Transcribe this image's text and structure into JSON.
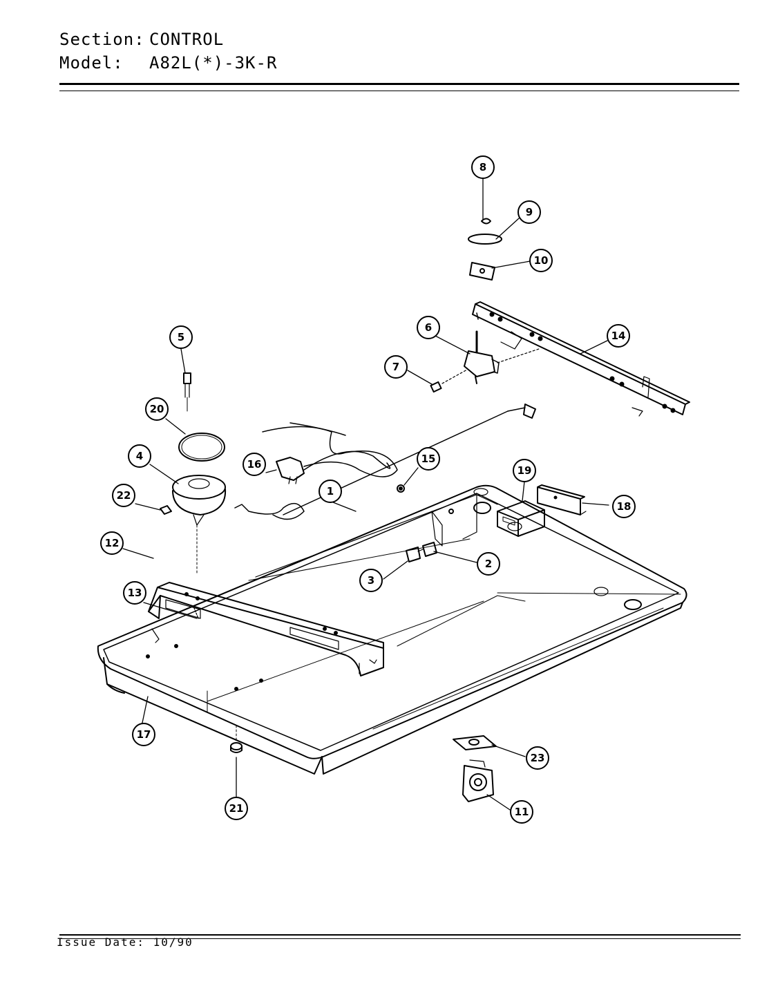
{
  "header": {
    "section_label": "Section:",
    "section_value": "CONTROL",
    "model_label": "Model:",
    "model_value": "A82L(*)-3K-R"
  },
  "footer": {
    "issue_date_label": "Issue Date:",
    "issue_date_value": "10/90"
  },
  "callouts": [
    {
      "id": "1",
      "label": "1"
    },
    {
      "id": "2",
      "label": "2"
    },
    {
      "id": "3",
      "label": "3"
    },
    {
      "id": "4",
      "label": "4"
    },
    {
      "id": "5",
      "label": "5"
    },
    {
      "id": "6",
      "label": "6"
    },
    {
      "id": "7",
      "label": "7"
    },
    {
      "id": "8",
      "label": "8"
    },
    {
      "id": "9",
      "label": "9"
    },
    {
      "id": "10",
      "label": "10"
    },
    {
      "id": "11",
      "label": "11"
    },
    {
      "id": "12",
      "label": "12"
    },
    {
      "id": "13",
      "label": "13"
    },
    {
      "id": "14",
      "label": "14"
    },
    {
      "id": "15",
      "label": "15"
    },
    {
      "id": "16",
      "label": "16"
    },
    {
      "id": "17",
      "label": "17"
    },
    {
      "id": "18",
      "label": "18"
    },
    {
      "id": "19",
      "label": "19"
    },
    {
      "id": "20",
      "label": "20"
    },
    {
      "id": "21",
      "label": "21"
    },
    {
      "id": "22",
      "label": "22"
    },
    {
      "id": "23",
      "label": "23"
    }
  ]
}
